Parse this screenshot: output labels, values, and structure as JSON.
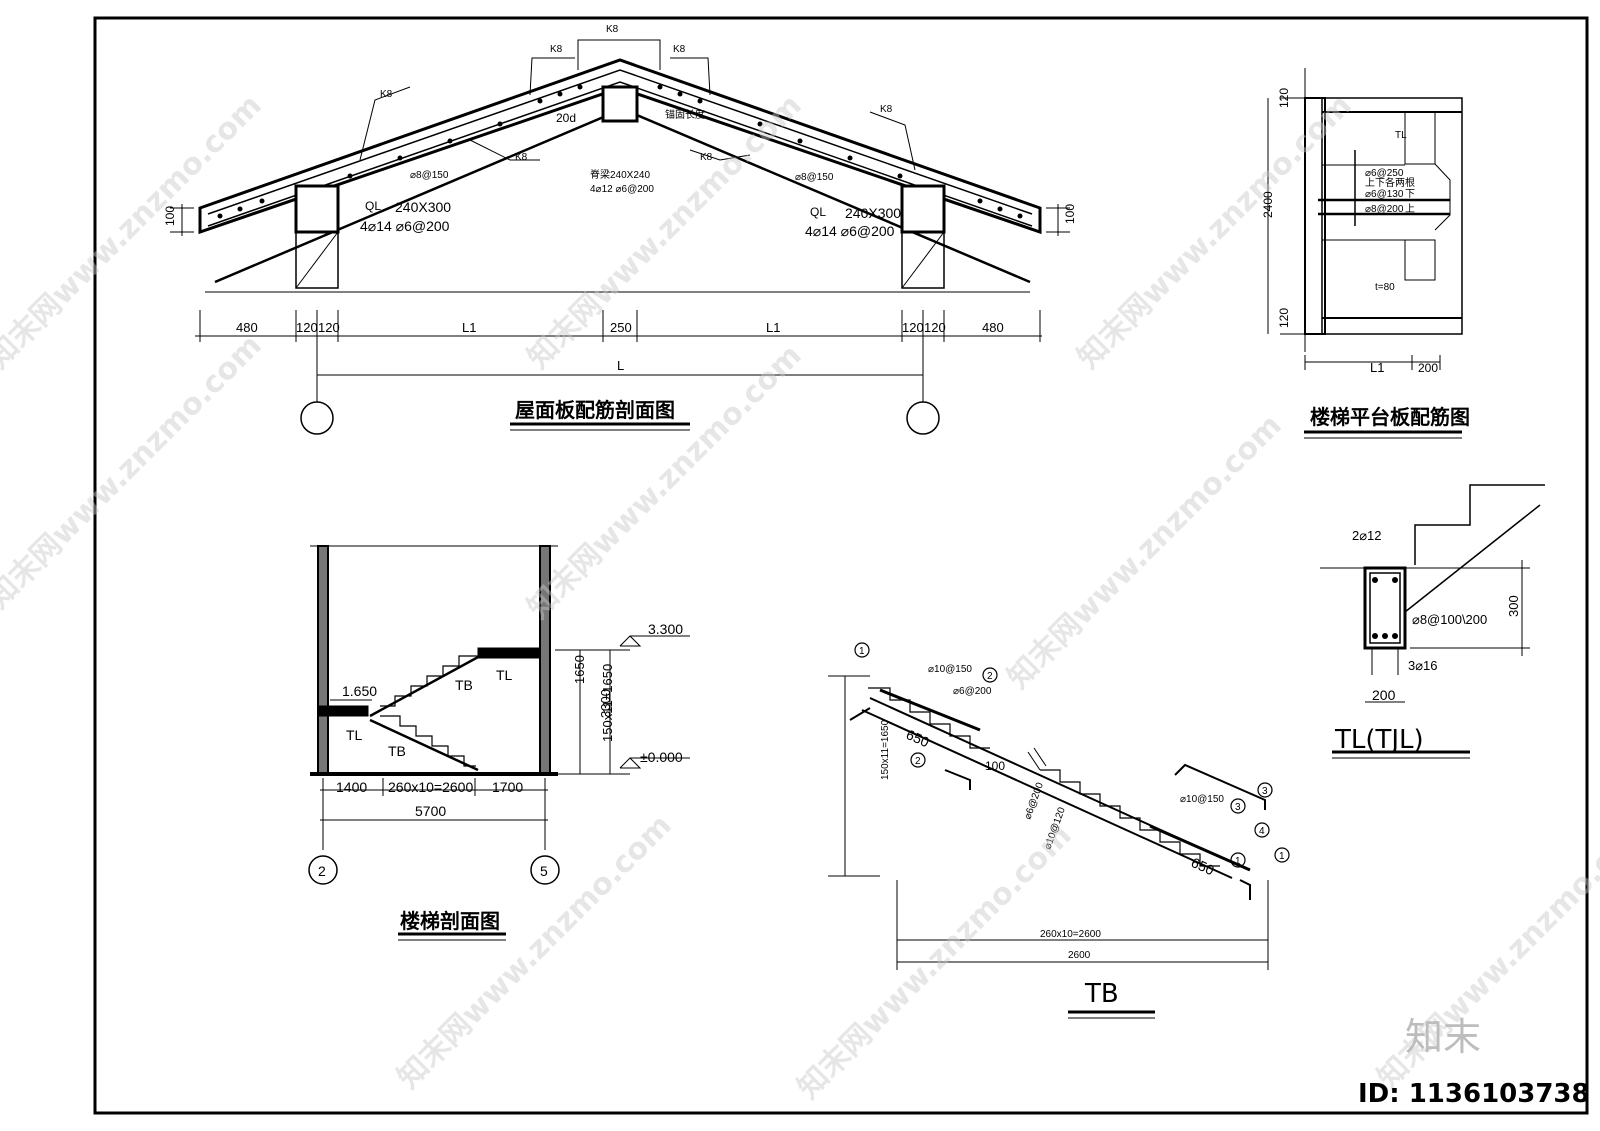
{
  "roof": {
    "title": "屋面板配筋剖面图",
    "labels": {
      "k8": "K8",
      "ql": "QL",
      "ql_size": "240X300",
      "ql_rebar": "4⌀14 ⌀6@200",
      "ridge_beam": "脊梁240X240",
      "ridge_rebar": "4⌀12 ⌀6@200",
      "bar_150": "⌀8@150",
      "anchor_20d": "20d",
      "anchor_len": "锚固长度",
      "h100": "100"
    },
    "dims": [
      "480",
      "120",
      "120",
      "L1",
      "250",
      "L1",
      "120",
      "120",
      "480"
    ],
    "overall": "L"
  },
  "platform": {
    "title": "楼梯平台板配筋图",
    "labels": {
      "tl": "TL",
      "r1": "⌀6@250",
      "r2": "上下各两根",
      "r3": "⌀6@130",
      "r4": "⌀8@200",
      "up": "上",
      "down": "下",
      "thick": "t=80",
      "h120a": "120",
      "h2400": "2400",
      "h120b": "120",
      "l1": "L1",
      "w200": "200"
    }
  },
  "tl_detail": {
    "title": "TL(TJL)",
    "labels": {
      "top": "2⌀12",
      "stirrup": "⌀8@100\\200",
      "bottom": "3⌀16",
      "h300": "300",
      "w200": "200"
    }
  },
  "stair_section": {
    "title": "楼梯剖面图",
    "labels": {
      "lv_top": "3.300",
      "lv_mid": "1.650",
      "lv_zero": "±0.000",
      "tb": "TB",
      "tl": "TL",
      "v1650": "1650",
      "v_rise": "150x11=1650",
      "v3300": "3300",
      "axis_a": "2",
      "axis_b": "5"
    },
    "dims": [
      "1400",
      "260x10=2600",
      "1700"
    ],
    "overall": "5700"
  },
  "tb": {
    "title": "TB",
    "labels": {
      "n1": "1",
      "n2": "2",
      "n3": "3",
      "n4": "4",
      "r2": "⌀10@150",
      "r_b": "⌀6@200",
      "l650a": "650",
      "l650b": "650",
      "gap100": "100",
      "r_dist": "⌀6@200",
      "r_main": "⌀10@120",
      "r3": "⌀10@150",
      "rise": "150x11=1650",
      "run": "260x10=2600",
      "total": "2600"
    }
  },
  "watermark": {
    "text": "知末网www.znzmo.com",
    "logo": "知末",
    "id": "ID: 1136103738"
  }
}
